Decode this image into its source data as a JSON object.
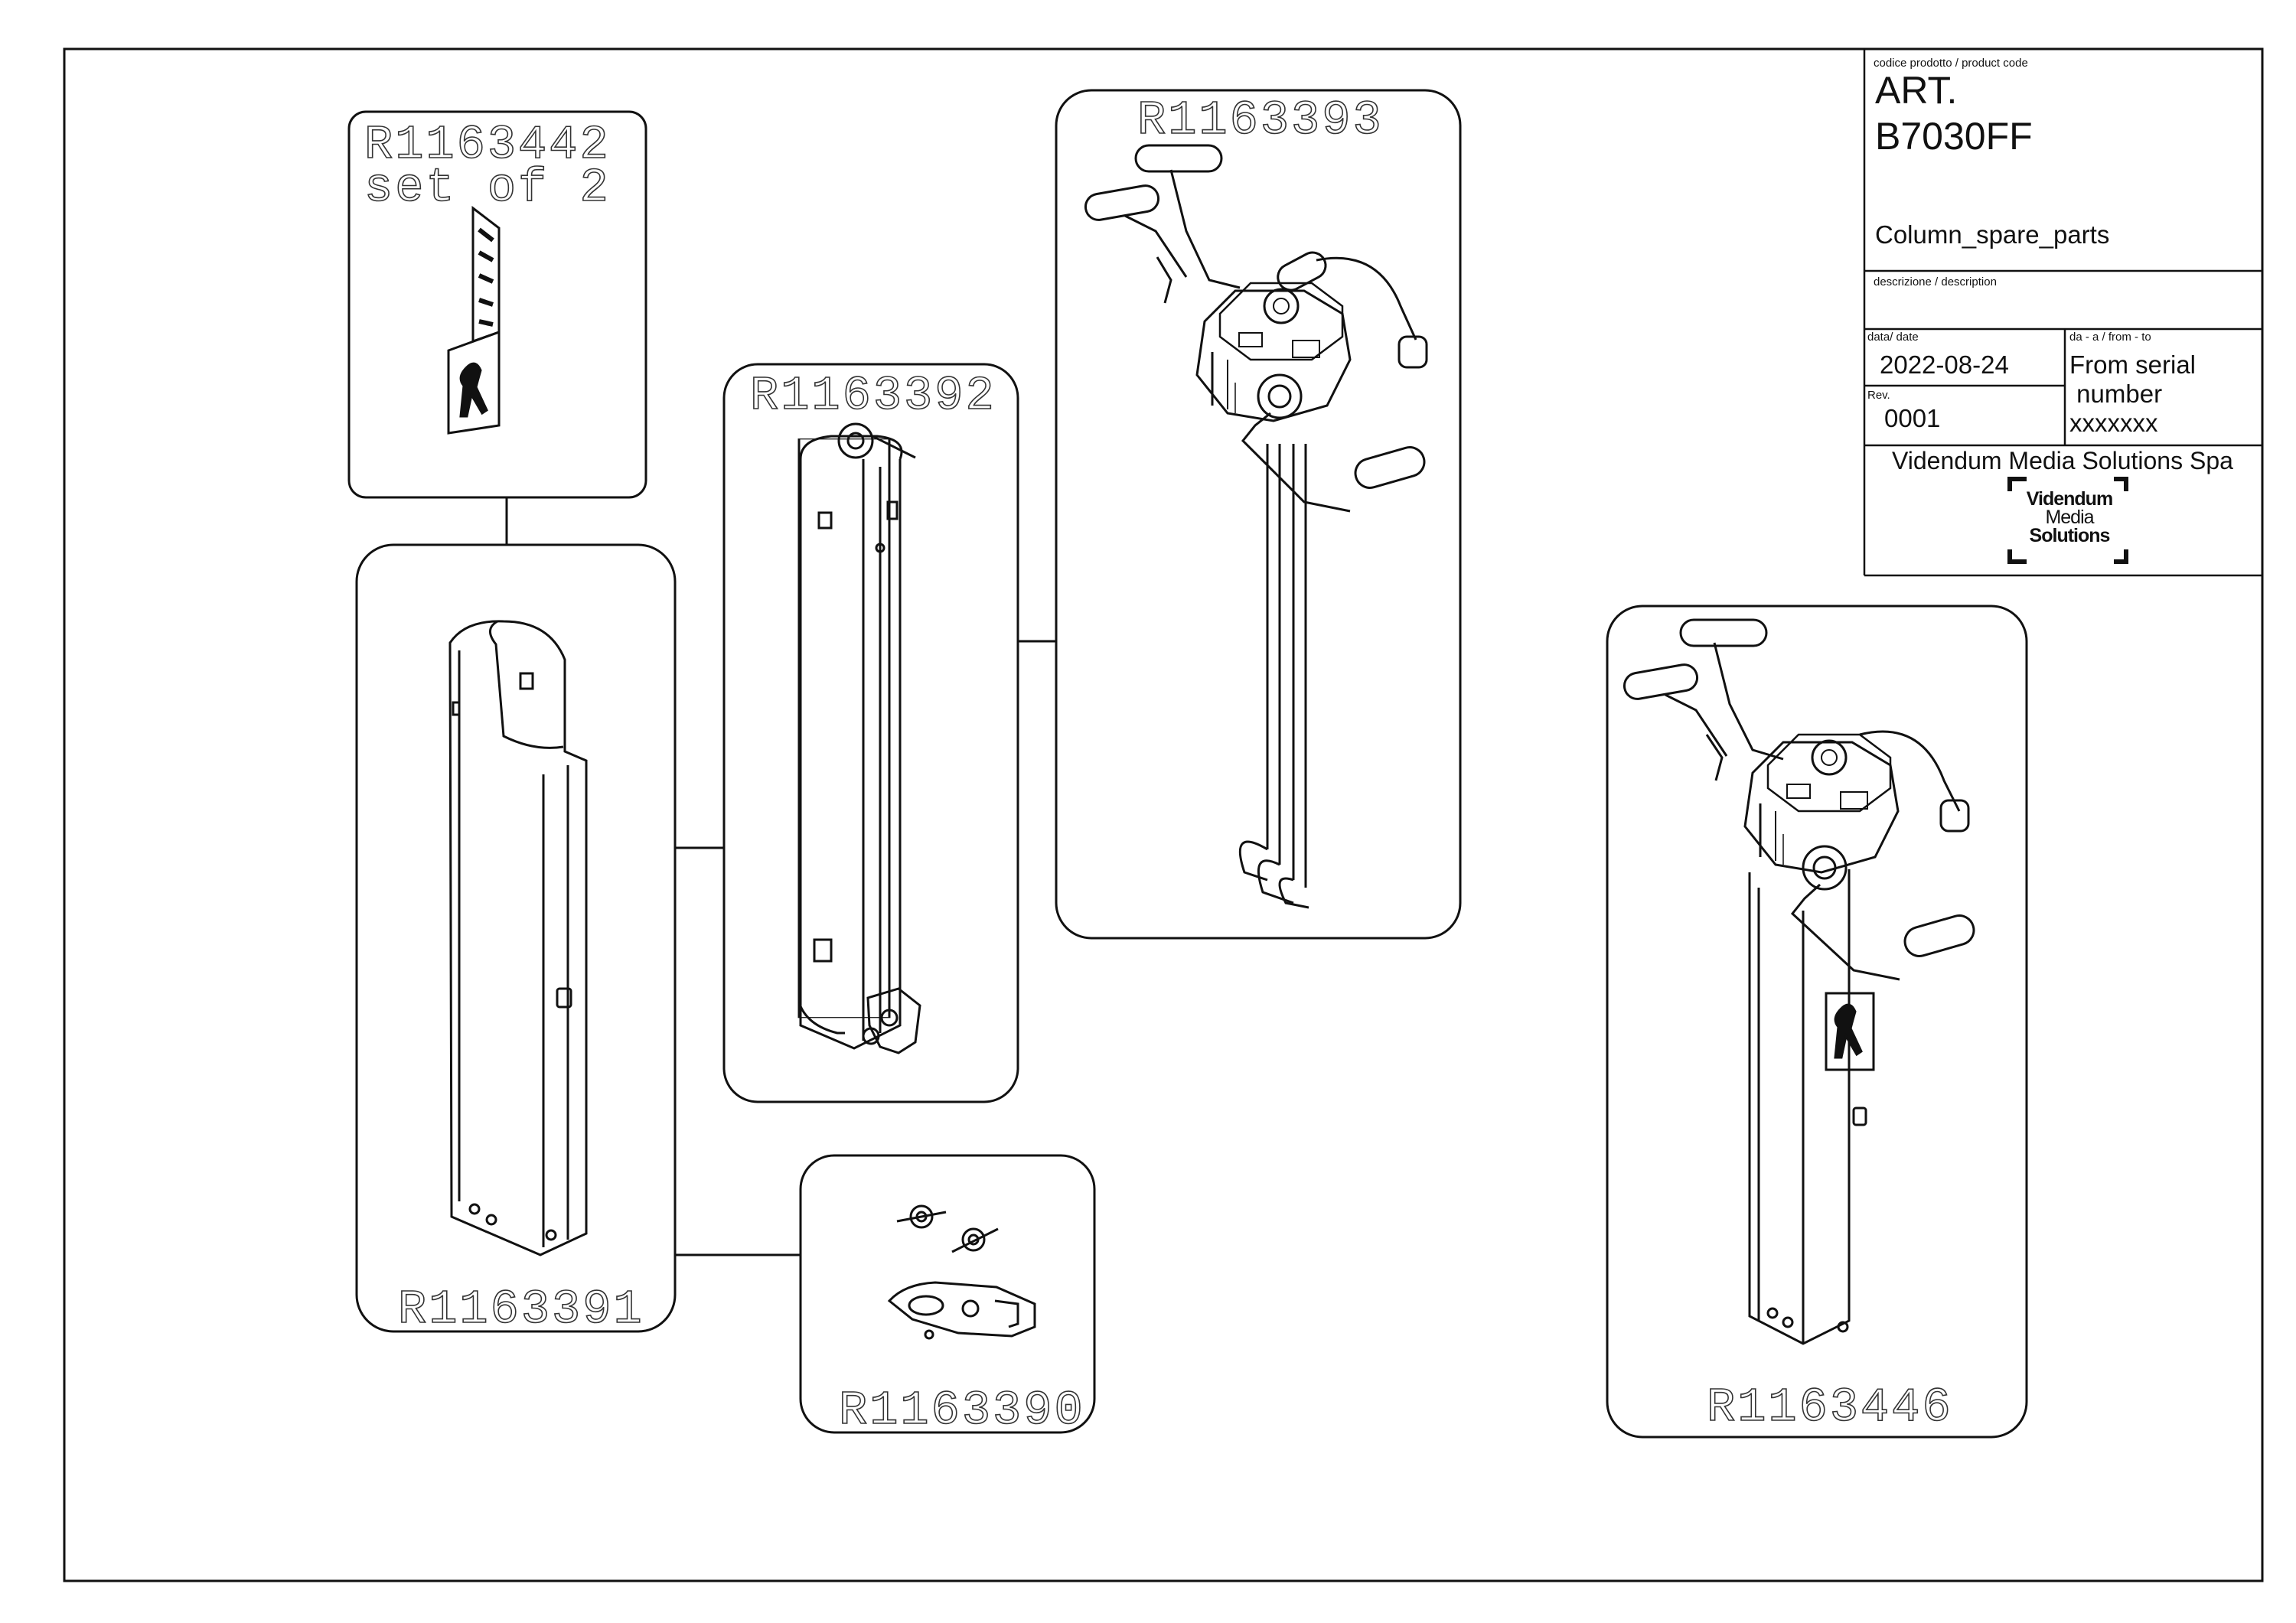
{
  "title_block": {
    "product_code_label": "codice prodotto / product code",
    "art_line1": "ART.",
    "art_line2": "B7030FF",
    "description_text": "Column_spare_parts",
    "description_label": "descrizione / description",
    "date_label": "data/ date",
    "date_value": "2022-08-24",
    "range_label": "da - a / from - to",
    "range_line1": "From serial",
    "range_line2": " number",
    "range_line3": "xxxxxxx",
    "rev_label": "Rev.",
    "rev_value": "0001",
    "company": "Videndum Media Solutions Spa",
    "logo_lines": [
      "Videndum",
      "Media",
      "Solutions"
    ]
  },
  "parts": {
    "r1163442": {
      "code": "R1163442",
      "note": "set of 2"
    },
    "r1163391": {
      "code": "R1163391"
    },
    "r1163392": {
      "code": "R1163392"
    },
    "r1163390": {
      "code": "R1163390"
    },
    "r1163393": {
      "code": "R1163393"
    },
    "r1163446": {
      "code": "R1163446"
    }
  }
}
